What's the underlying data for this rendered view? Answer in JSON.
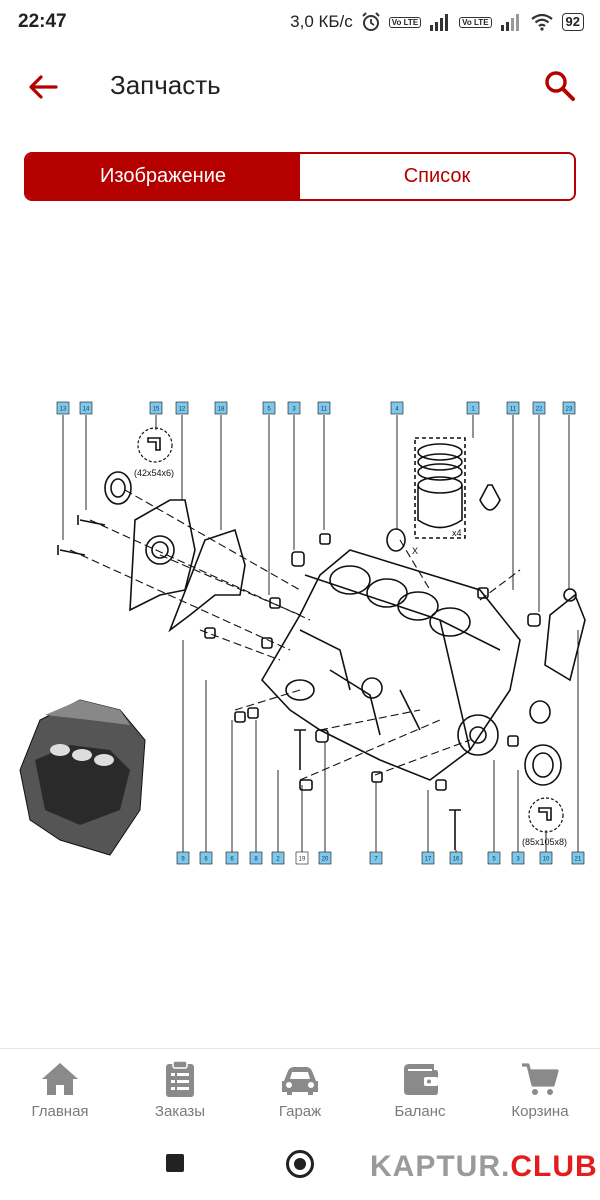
{
  "status_bar": {
    "time": "22:47",
    "speed": "3,0 КБ/с",
    "volte1": "Vo LTE",
    "volte2": "Vo LTE",
    "battery": "92"
  },
  "app_bar": {
    "title": "Запчасть",
    "back_icon": "arrow-left-icon",
    "search_icon": "search-icon"
  },
  "tabs": {
    "image_label": "Изображение",
    "list_label": "Список",
    "active": "image"
  },
  "diagram": {
    "callouts_top": [
      "13",
      "14",
      "15",
      "12",
      "18",
      "5",
      "3",
      "11",
      "4",
      "1",
      "11",
      "22",
      "23"
    ],
    "callouts_bottom": [
      "9",
      "6",
      "6",
      "8",
      "2",
      "19",
      "20",
      "7",
      "17",
      "16",
      "5",
      "3",
      "10",
      "21"
    ],
    "annot_seal_small": "(42x54x6)",
    "annot_seal_large": "(85x105x8)",
    "annot_x4": "x4",
    "annot_x": "X"
  },
  "bottom_nav": [
    {
      "label": "Главная",
      "icon": "home-icon"
    },
    {
      "label": "Заказы",
      "icon": "orders-clipboard-icon"
    },
    {
      "label": "Гараж",
      "icon": "car-icon"
    },
    {
      "label": "Баланс",
      "icon": "wallet-icon"
    },
    {
      "label": "Корзина",
      "icon": "cart-icon"
    }
  ],
  "watermark": {
    "part1": "KAPTUR.",
    "part2": "CLUB"
  },
  "colors": {
    "accent": "#b50000",
    "nav_icon": "#8a8a8a",
    "badge": "#7fc8ec"
  }
}
